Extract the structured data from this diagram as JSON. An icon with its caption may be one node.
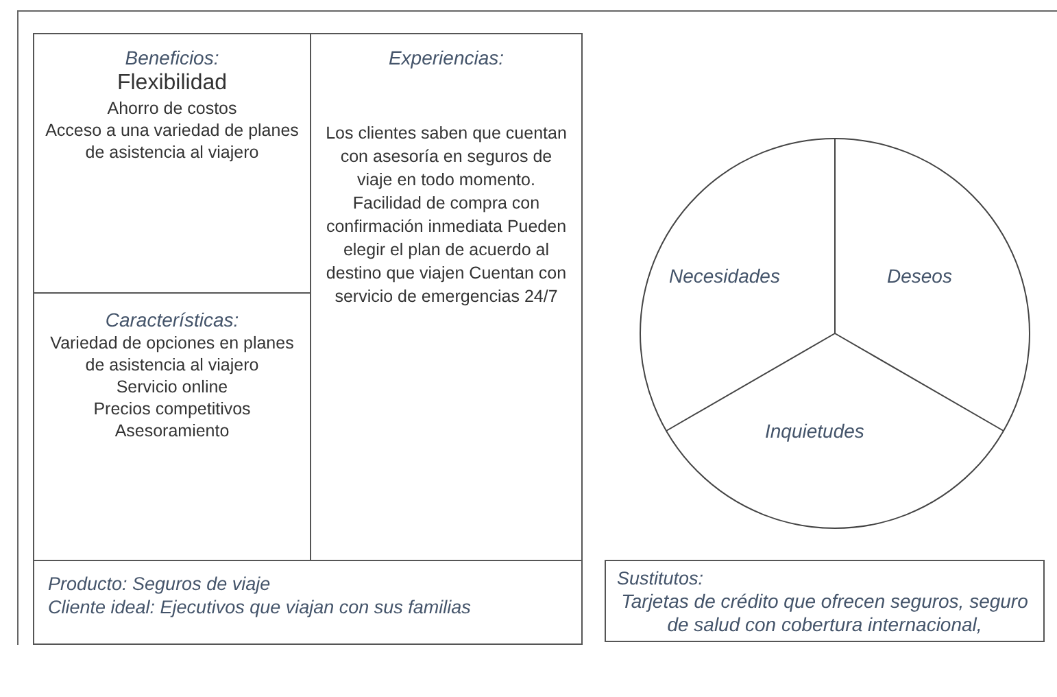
{
  "diagram": {
    "nodes": [
      {
        "text": [
          "Beneficios:",
          "Flexibilidad",
          "Ahorro de costos",
          "Acceso a una variedad de planes de asistencia al viajero"
        ]
      },
      {
        "text": [
          "Experiencias:",
          "Los clientes saben que cuentan con asesoría en seguros de viaje en todo momento. Facilidad de compra con confirmación inmediata Pueden elegir el plan de acuerdo al destino que viajen Cuentan con servicio de emergencias 24/7"
        ]
      },
      {
        "text": [
          "Características:",
          "Variedad de opciones en planes de asistencia al viajero",
          "Servicio online",
          "Precios competitivos",
          "Asesoramiento"
        ]
      },
      {
        "text": [
          "Producto: Seguros de viaje",
          "Cliente ideal: Ejecutivos que viajan con sus familias"
        ]
      },
      {
        "text": [],
        "shape": "circle"
      },
      {
        "text": [
          "Necesidades"
        ],
        "in": 4
      },
      {
        "text": [
          "Deseos"
        ],
        "in": 4
      },
      {
        "text": [
          "Inquietudes"
        ],
        "in": 4
      },
      {
        "text": [
          "Sustitutos:",
          "Tarjetas de crédito que ofrecen seguros, seguro de salud con cobertura internacional,"
        ]
      }
    ],
    "edges": []
  }
}
